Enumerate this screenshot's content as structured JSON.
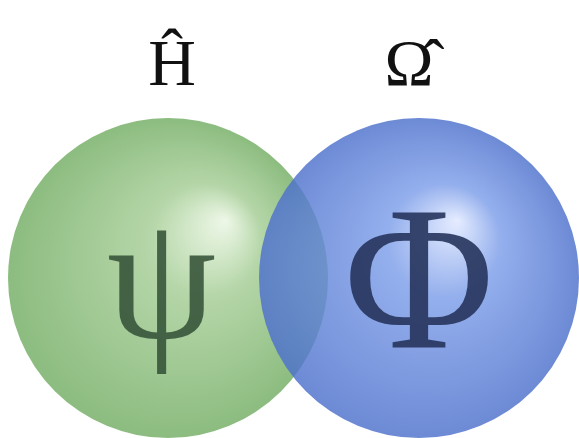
{
  "diagram": {
    "nodes": [
      {
        "text": [
          "Ĥ",
          "ψ"
        ]
      },
      {
        "text": [
          "Ω̂",
          "Φ"
        ]
      }
    ]
  }
}
